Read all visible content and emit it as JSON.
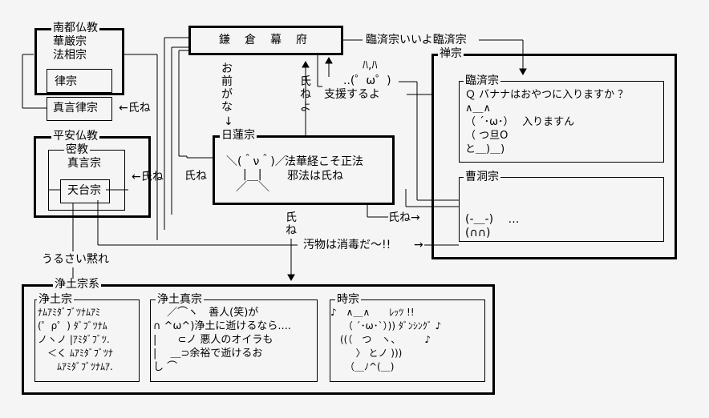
{
  "nanto": {
    "title": "南都仏教",
    "item1": "華厳宗",
    "item2": "法相宗",
    "ritsu": "律宗"
  },
  "shingon_ritsu": "真言律宗",
  "heian": {
    "title": "平安仏教",
    "mikkyo": "密教",
    "shingon": "真言宗",
    "tendai": "天台宗"
  },
  "bakufu": "鎌　倉　幕　府",
  "rinzai_arrow": "臨済宗いいよ臨済宗",
  "zen": {
    "title": "禅宗",
    "rinzai": {
      "title": "臨済宗",
      "lines": [
        "Ｑ バナナはおやつに入りますか ？",
        "∧＿∧",
        "（ ´･ω･）　 入りますん",
        "（ つ旦O",
        "と＿)＿)"
      ]
    },
    "soto": {
      "title": "曹洞宗",
      "face": "(-＿-)　 …",
      "face2": "(∩∩)"
    }
  },
  "nichiren": {
    "title": "日蓮宗",
    "face": "＼(＾ν＾)／",
    "face2": "|　|",
    "face3": "／￣＼",
    "text1": "法華経こそ正法",
    "text2": "邪法は氏ね"
  },
  "labels": {
    "omae": "お前がな",
    "shine_up": "氏ねよ",
    "hahaa": "ﾊ,ﾊ",
    "face_small": "..(゜ω゜)",
    "shien": "支援するよ",
    "shine_left_top": "←氏ね",
    "shine_left_mid": "←氏ね",
    "shine_down": "氏ね",
    "shine_right": "氏ね→",
    "urusai": "うるさい黙れ",
    "kegare": "汚物は消毒だ～!!"
  },
  "jodo": {
    "title": "浄土宗系",
    "jodoshu": {
      "title": "浄土宗",
      "lines": [
        "ﾅﾑｱﾐﾀﾞﾌﾞﾂﾅﾑｱﾐ",
        "(゜ρ゜) ﾀﾞﾌﾞﾂﾅﾑ",
        "ノヽノ |ｱﾐﾀﾞﾌﾞﾂ.",
        "　＜く ﾑｱﾐﾀﾞﾌﾞﾂﾅ",
        "　　ﾑｱﾐﾀﾞﾌﾞﾂﾅﾑｱ."
      ]
    },
    "shinshu": {
      "title": "浄土真宗",
      "lines": [
        "　 ／⌒ヽ　善人(笑)が",
        "∩ ^ω^)浄土に逝けるなら....",
        "|　　⊂ノ 悪人のオイラも",
        "|　 ＿⊃余裕で逝けるお",
        "し ⌒"
      ]
    },
    "jishu": {
      "title": "時宗",
      "lines": [
        "♪　∧＿∧　　ﾚｯﾂ !!",
        "　 （ ´･ω･`）)) ﾀﾞﾝｼﾝｸﾞ ♪",
        "　((（　つ　ヽ、　　　♪",
        "　　  〉 とノ ))) ",
        "　　（＿ﾉ^(＿)"
      ]
    }
  }
}
